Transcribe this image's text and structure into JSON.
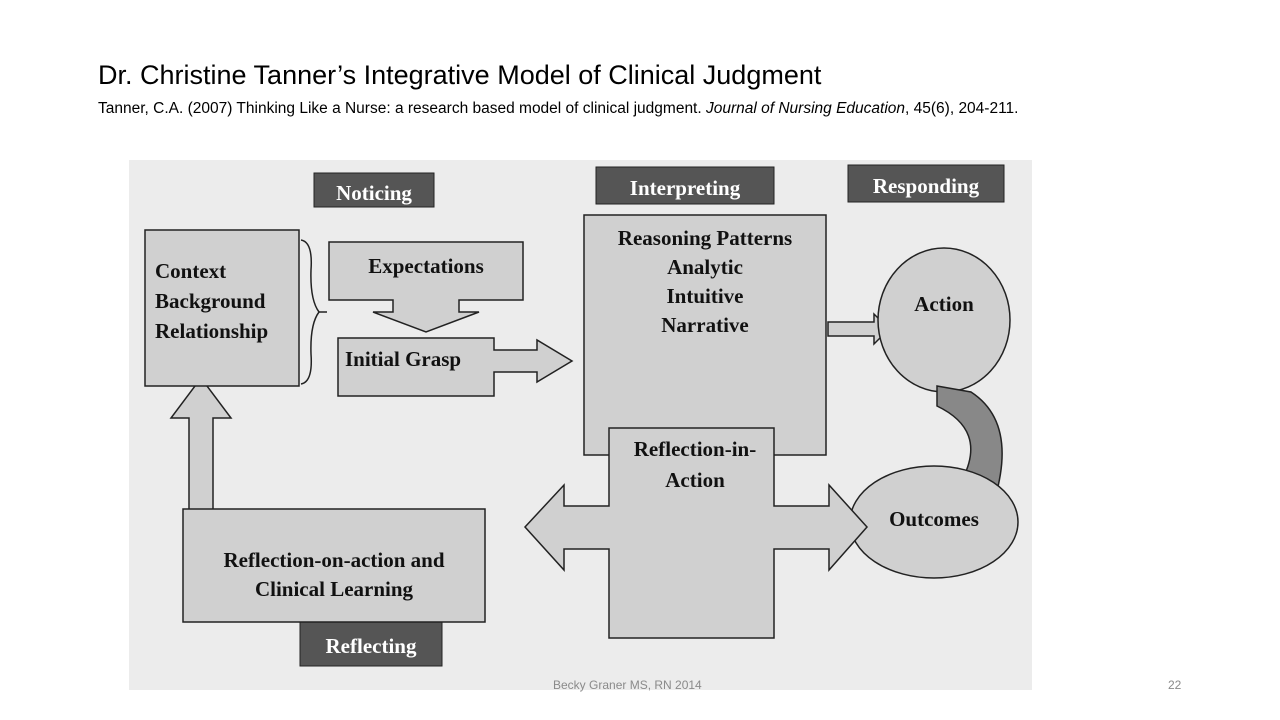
{
  "slide": {
    "title": "Dr. Christine Tanner’s Integrative Model of Clinical Judgment",
    "citation": {
      "prefix": "Tanner, C.A. (2007) Thinking Like a Nurse: a research based model of clinical judgment. ",
      "journal": "Journal of Nursing Education",
      "suffix": ", 45(6), 204-211."
    }
  },
  "diagram": {
    "phases": {
      "noticing": "Noticing",
      "interpreting": "Interpreting",
      "responding": "Responding",
      "reflecting": "Reflecting"
    },
    "context_box": [
      "Context",
      "Background",
      "Relationship"
    ],
    "expectations": "Expectations",
    "initial_grasp": "Initial Grasp",
    "reasoning_patterns": [
      "Reasoning Patterns",
      "Analytic",
      "Intuitive",
      "Narrative"
    ],
    "reflection_in_action": [
      "Reflection-in-",
      "Action"
    ],
    "action": "Action",
    "outcomes": "Outcomes",
    "reflection_on_action": [
      "Reflection-on-action and",
      "Clinical Learning"
    ]
  },
  "footer": {
    "author": "Becky Graner MS, RN 2014",
    "page_number": "22"
  }
}
